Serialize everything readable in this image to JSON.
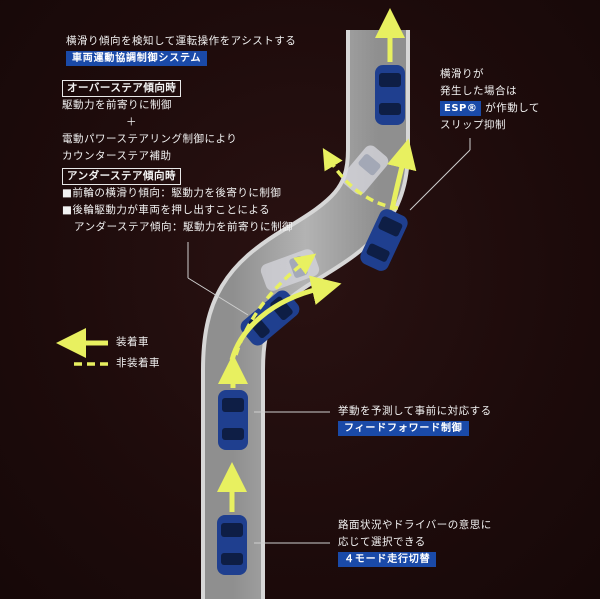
{
  "intro": {
    "text": "横滑り傾向を検知して運転操作をアシストする",
    "badge": "車両運動協調制御システム"
  },
  "oversteer": {
    "heading": "オーバーステア傾向時",
    "line1": "駆動力を前寄りに制御",
    "plus": "＋",
    "line2": "電動パワーステアリング制御により",
    "line3": "カウンターステア補助"
  },
  "understeer": {
    "heading": "アンダーステア傾向時",
    "item1": "■前輪の横滑り傾向：駆動力を後寄りに制御",
    "item2": "■後輪駆動力が車両を押し出すことによる",
    "item3": "アンダーステア傾向：駆動力を前寄りに制御"
  },
  "esp": {
    "line1": "横滑りが",
    "line2": "発生した場合は",
    "badge": "ESP®",
    "line2b": "が作動して",
    "line3": "スリップ抑制"
  },
  "legend": {
    "equipped": "装着車",
    "not_equipped": "非装着車"
  },
  "feedforward": {
    "text": "挙動を予測して事前に対応する",
    "badge": "フィードフォワード制御"
  },
  "mode": {
    "line1": "路面状況やドライバーの意思に",
    "line2": "応じて選択できる",
    "badge": "４モード走行切替"
  },
  "colors": {
    "arrow": "#e8f060",
    "badge": "#1a4aa8",
    "car": "#1f3f8f",
    "road": "#c9c9c9",
    "surface": "#9a9a9a"
  }
}
